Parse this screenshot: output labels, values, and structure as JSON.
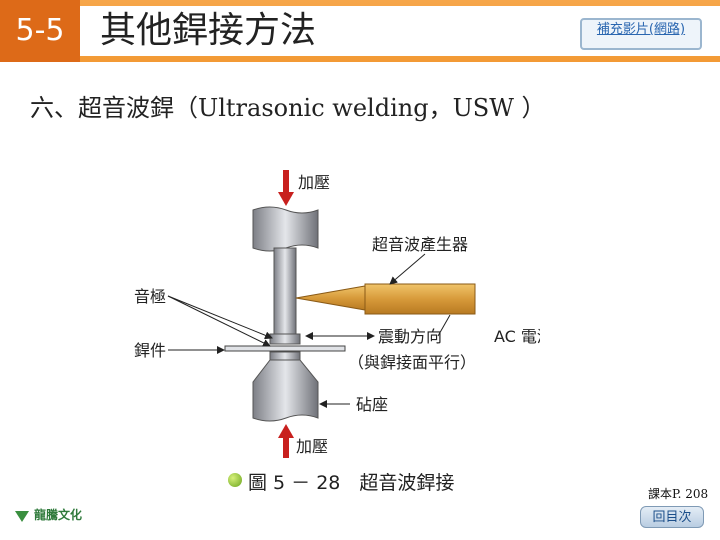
{
  "header": {
    "section_number": "5-5",
    "title": "其他銲接方法",
    "supplement_link": "補充影片(網路)"
  },
  "heading": "六、超音波銲（Ultrasonic welding，USW ）",
  "diagram": {
    "labels": {
      "pressure_top": "加壓",
      "transducer": "超音波產生器",
      "horn": "音極",
      "workpiece": "銲件",
      "vibration": "震動方向",
      "ac_power": "AC 電源",
      "parallel_note": "（與銲接面平行）",
      "anvil": "砧座",
      "pressure_bottom": "加壓"
    }
  },
  "caption": "圖 5 － 28　超音波銲接",
  "page_ref": "課本P. 208",
  "toc_button": "回目次",
  "logo_text": "龍騰文化",
  "colors": {
    "header_orange": "#f39a35",
    "section_box": "#dd6a18",
    "arrow_red": "#c8201e",
    "transducer_gold": "#d79a3a"
  }
}
